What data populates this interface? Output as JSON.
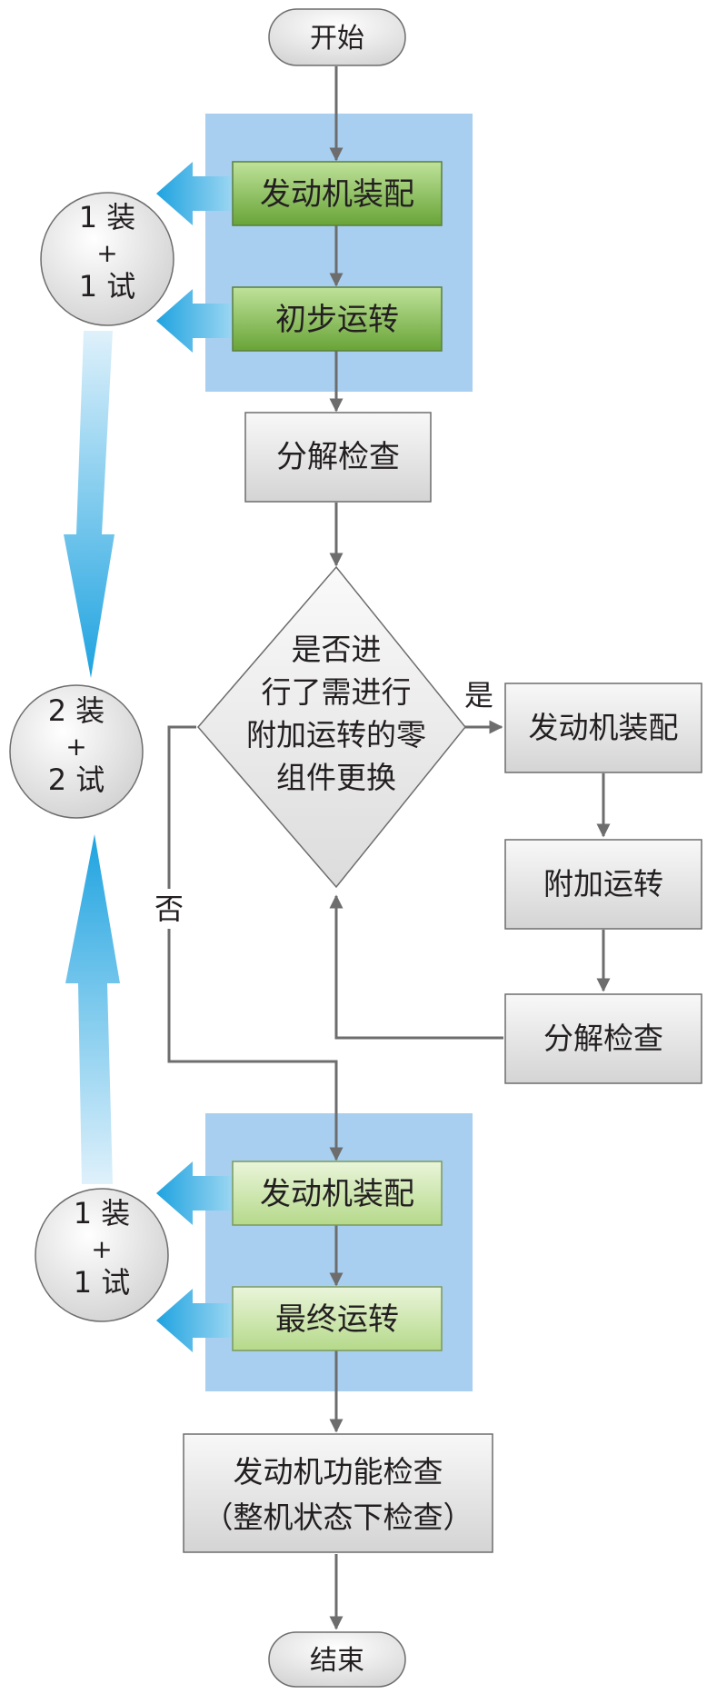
{
  "nodes": {
    "start": "开始",
    "assembly1": "发动机装配",
    "initial_run": "初步运转",
    "inspect1": "分解检查",
    "decision": [
      "是否进",
      "行了需进行",
      "附加运转的零",
      "组件更换"
    ],
    "assembly_extra": "发动机装配",
    "extra_run": "附加运转",
    "inspect_extra": "分解检查",
    "assembly2": "发动机装配",
    "final_run": "最终运转",
    "function_check": [
      "发动机功能检查",
      "（整机状态下检查）"
    ],
    "end": "结束"
  },
  "edge_labels": {
    "yes": "是",
    "no": "否"
  },
  "circles": {
    "top": [
      "1 装",
      "+",
      "1 试"
    ],
    "middle": [
      "2 装",
      "+",
      "2 试"
    ],
    "bottom": [
      "1 装",
      "+",
      "1 试"
    ]
  },
  "colors": {
    "panel": "#a8cff0",
    "green_dark_top": "#b4db8a",
    "green_dark_bottom": "#6aa539",
    "green_light_top": "#e6f3d1",
    "green_light_bottom": "#b7da8c",
    "gray_top": "#f7f7f7",
    "gray_bottom": "#d6d6d6",
    "arrow_blue": "#1ea3e0",
    "line": "#6d6d6d"
  }
}
